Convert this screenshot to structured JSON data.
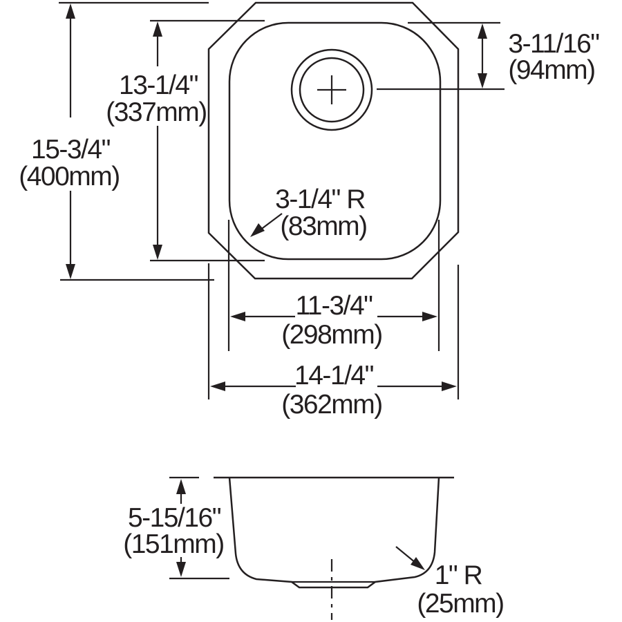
{
  "colors": {
    "line": "#231f20",
    "background": "#ffffff"
  },
  "top_view": {
    "overall_height": {
      "inches": "15-3/4\"",
      "mm": "(400mm)"
    },
    "bowl_length": {
      "inches": "13-1/4\"",
      "mm": "(337mm)"
    },
    "drain_offset": {
      "inches": "3-11/16\"",
      "mm": "(94mm)"
    },
    "corner_radius": {
      "inches": "3-1/4\" R",
      "mm": "(83mm)"
    },
    "bowl_width": {
      "inches": "11-3/4\"",
      "mm": "(298mm)"
    },
    "overall_width": {
      "inches": "14-1/4\"",
      "mm": "(362mm)"
    }
  },
  "side_view": {
    "depth": {
      "inches": "5-15/16\"",
      "mm": "(151mm)"
    },
    "bottom_radius": {
      "inches": "1\" R",
      "mm": "(25mm)"
    }
  }
}
